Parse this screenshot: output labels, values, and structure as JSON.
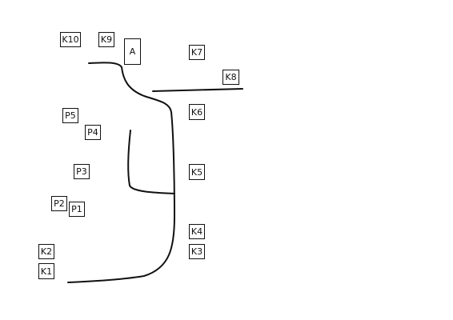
{
  "labels": {
    "k10": "K10",
    "k9": "K9",
    "a": "A",
    "k7": "K7",
    "k8": "K8",
    "p5": "P5",
    "k6": "K6",
    "p4": "P4",
    "p3": "P3",
    "k5": "K5",
    "p2": "P2",
    "p1": "P1",
    "k4": "K4",
    "k3": "K3",
    "k2": "K2",
    "k1": "K1"
  },
  "colors": {
    "line": "#111111",
    "box_border": "#111111",
    "background": "#ffffff"
  }
}
